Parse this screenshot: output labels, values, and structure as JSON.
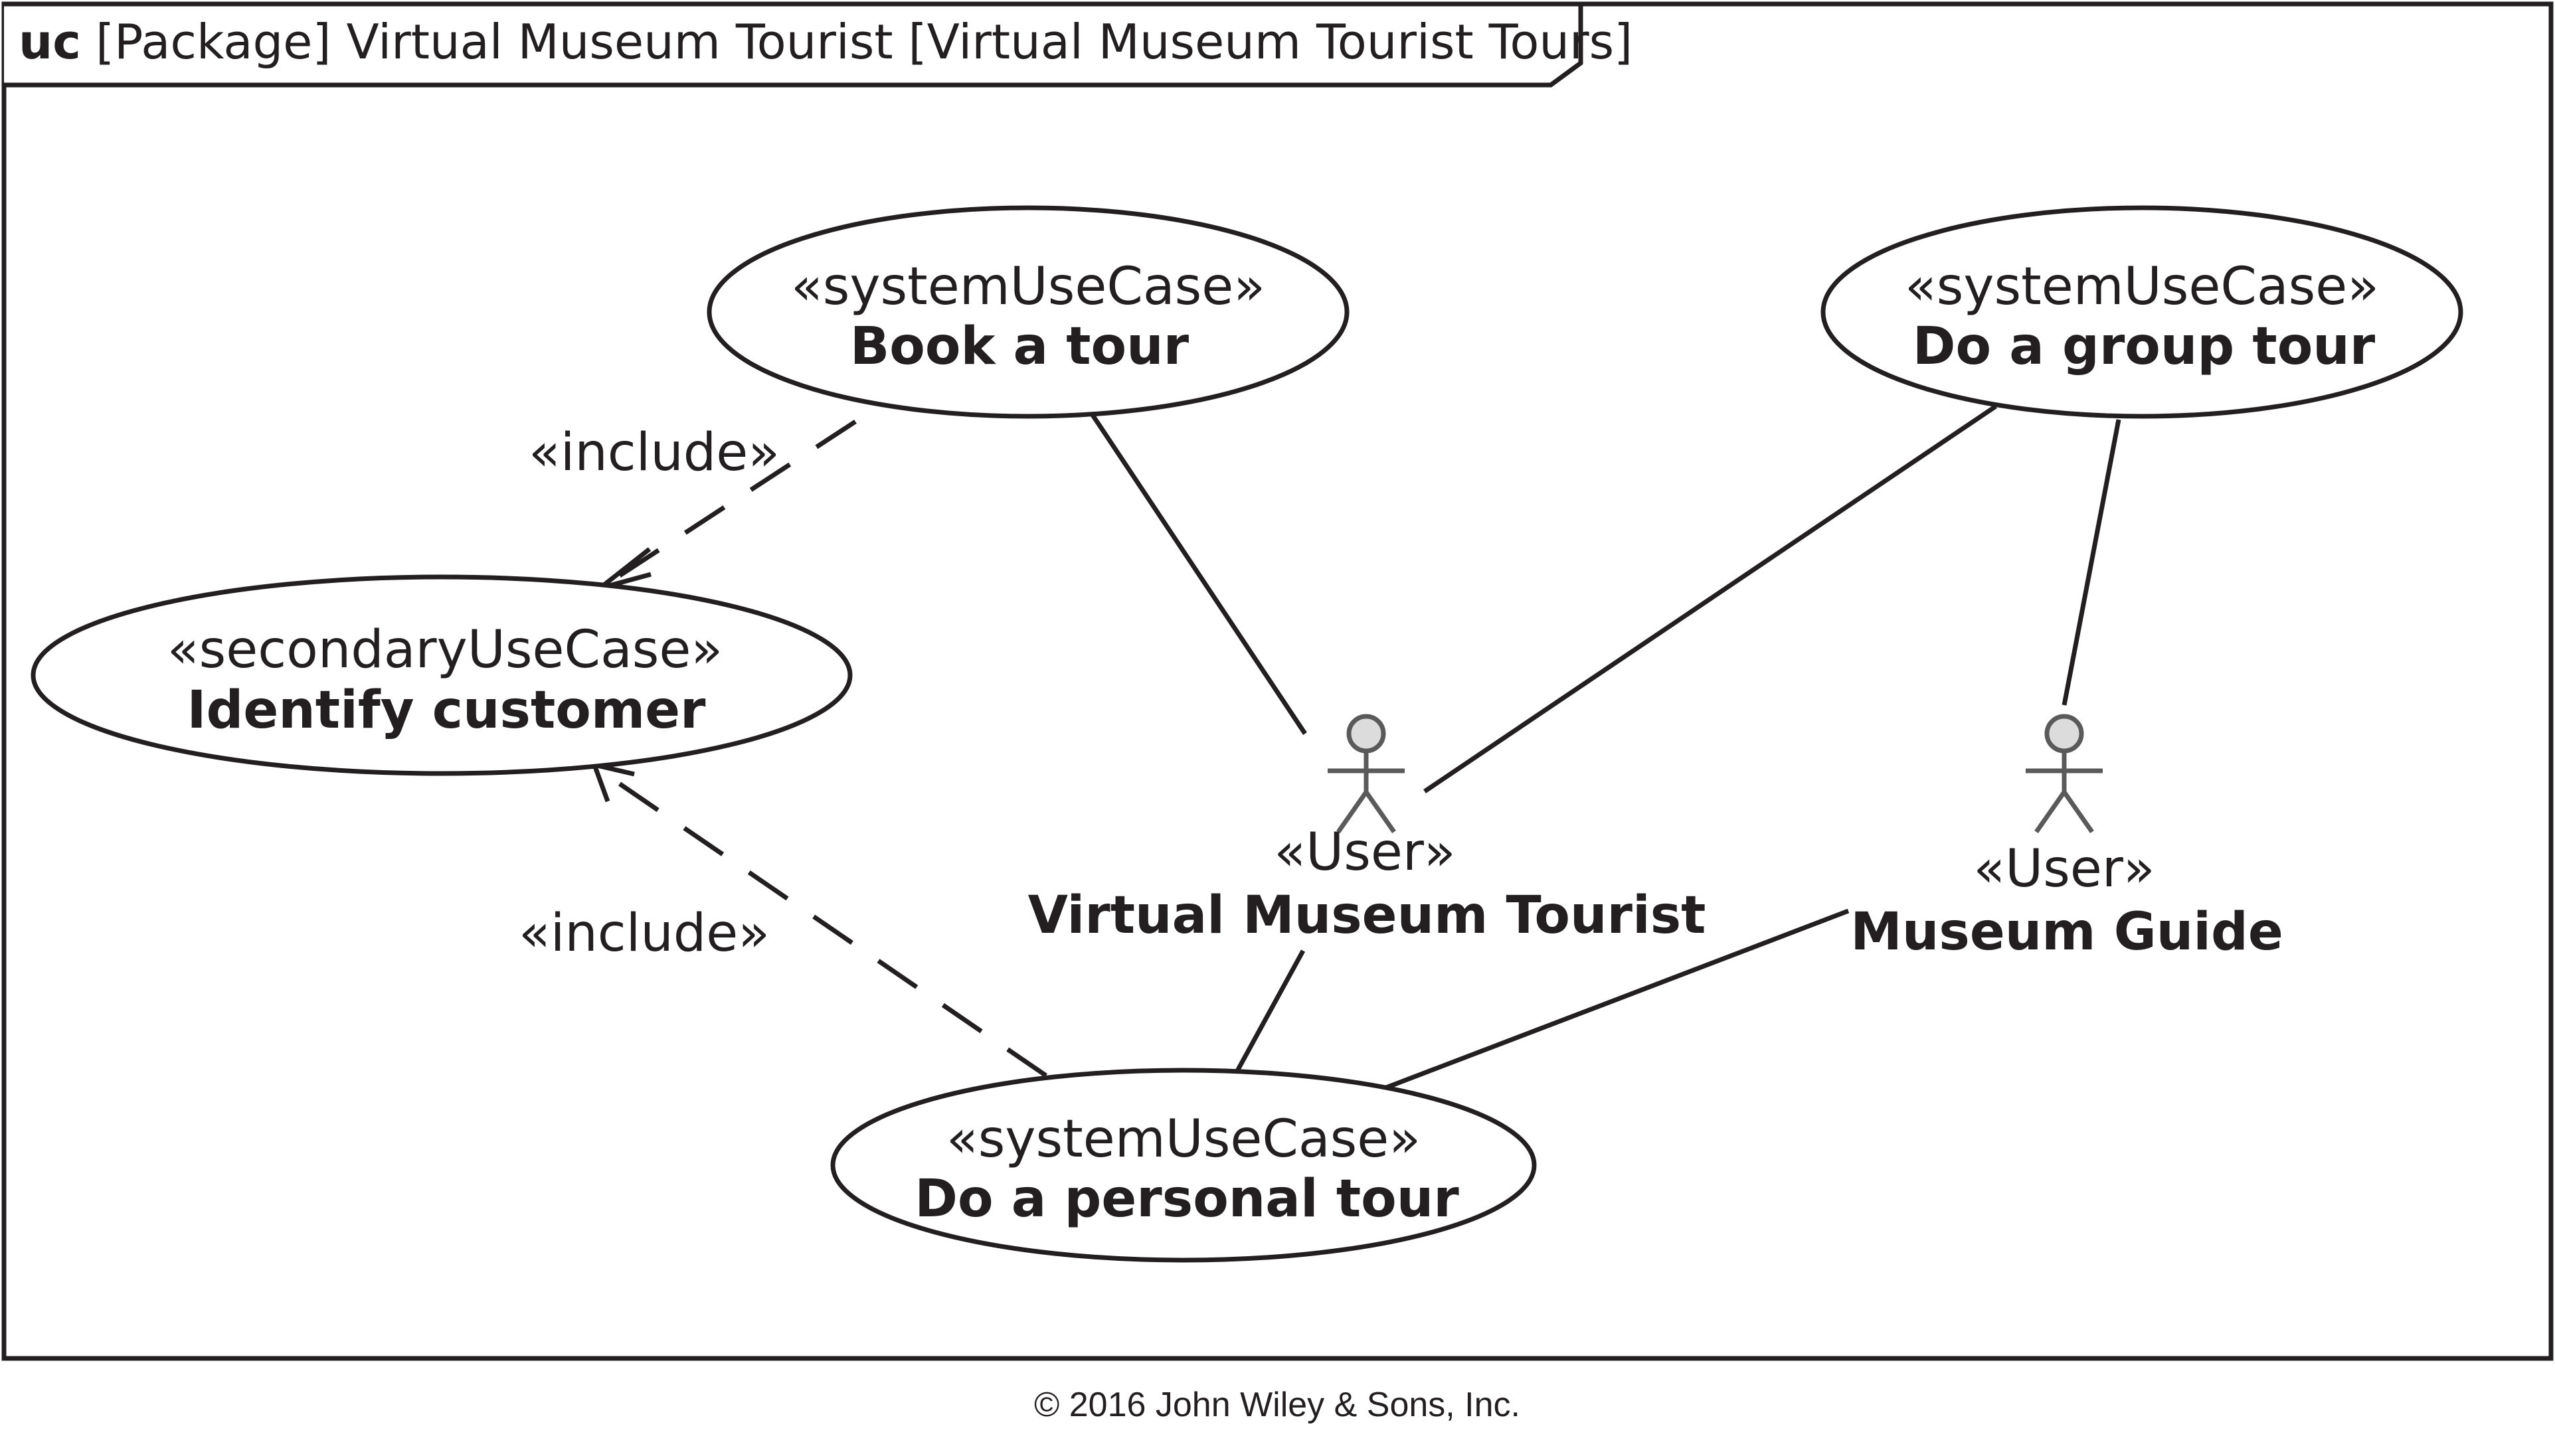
{
  "frame": {
    "keyword": "uc",
    "label": "[Package] Virtual Museum Tourist [Virtual Museum Tourist Tours]"
  },
  "use_cases": [
    {
      "id": "book",
      "stereotype": "«systemUseCase»",
      "name": "Book a tour"
    },
    {
      "id": "group",
      "stereotype": "«systemUseCase»",
      "name": "Do a group tour"
    },
    {
      "id": "identify",
      "stereotype": "«secondaryUseCase»",
      "name": "Identify customer"
    },
    {
      "id": "personal",
      "stereotype": "«systemUseCase»",
      "name": "Do a personal tour"
    }
  ],
  "actors": [
    {
      "id": "tourist",
      "stereotype": "«User»",
      "name": "Virtual Museum Tourist"
    },
    {
      "id": "guide",
      "stereotype": "«User»",
      "name": "Museum Guide"
    }
  ],
  "relationships": [
    {
      "type": "include",
      "from": "book",
      "to": "identify",
      "label": "«include»"
    },
    {
      "type": "include",
      "from": "personal",
      "to": "identify",
      "label": "«include»"
    },
    {
      "type": "association",
      "from": "tourist",
      "to": "book"
    },
    {
      "type": "association",
      "from": "tourist",
      "to": "group"
    },
    {
      "type": "association",
      "from": "tourist",
      "to": "personal"
    },
    {
      "type": "association",
      "from": "guide",
      "to": "group"
    },
    {
      "type": "association",
      "from": "guide",
      "to": "personal"
    }
  ],
  "copyright": "© 2016 John Wiley & Sons, Inc."
}
